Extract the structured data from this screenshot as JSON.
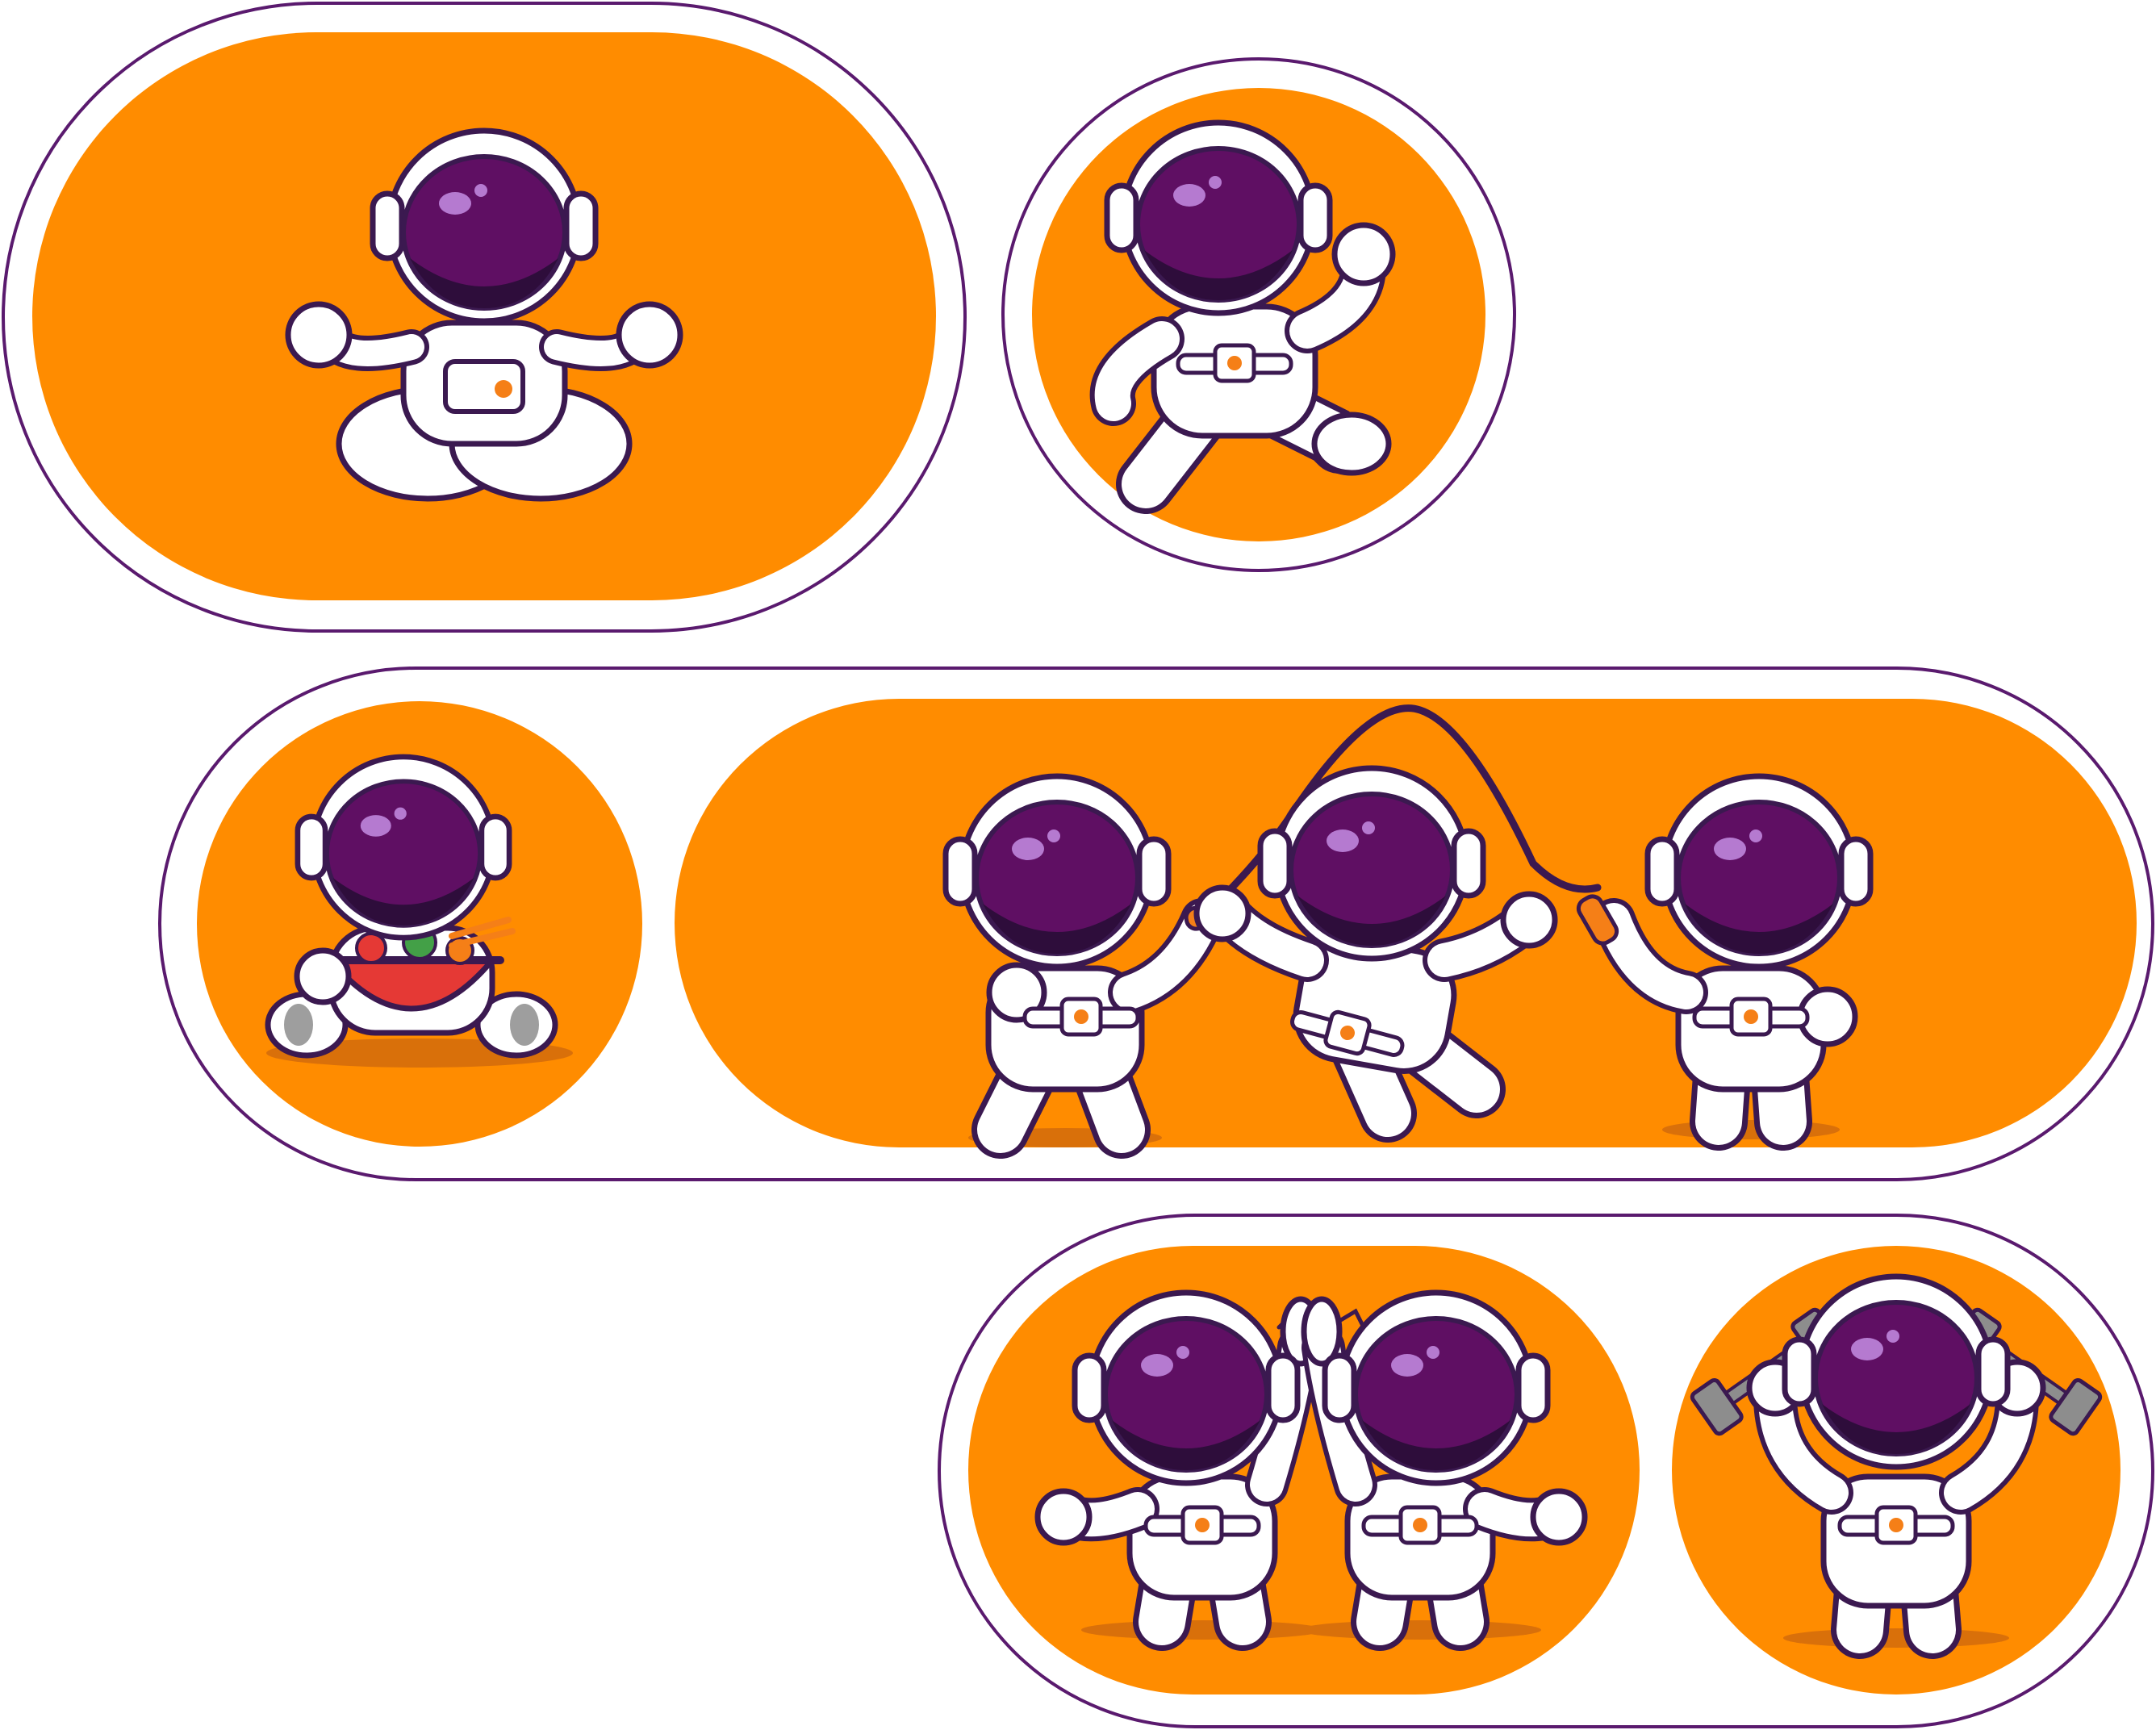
{
  "colors": {
    "page_background": "#ffffff",
    "outline": "#5a1a6e",
    "panel_fill": "#ff8c00",
    "suit": "#ffffff",
    "suit_line": "#3b1950",
    "visor": "#5f0f63",
    "visor_dark": "#2e0d3b",
    "visor_shine": "#b57ad0",
    "accent_orange": "#f57f17",
    "shadow": "#d9700a",
    "bowl": "#e53935",
    "rope": "#3b1950",
    "dumbbell": "#8d8d8d"
  },
  "stickers": [
    {
      "name": "meditating-astronaut-sticker",
      "shape": "pill",
      "figures": [
        "meditating"
      ]
    },
    {
      "name": "running-astronaut-sticker",
      "shape": "circle",
      "figures": [
        "running"
      ]
    },
    {
      "name": "eating-and-jump-rope-sticker",
      "shape": "pill",
      "figures": [
        "eating",
        "rope-swing-left",
        "rope-jump",
        "rope-swing-right"
      ]
    },
    {
      "name": "high-five-and-dumbbell-sticker",
      "shape": "pill",
      "figures": [
        "high-five-left",
        "high-five-right",
        "dumbbell-lift"
      ]
    }
  ]
}
